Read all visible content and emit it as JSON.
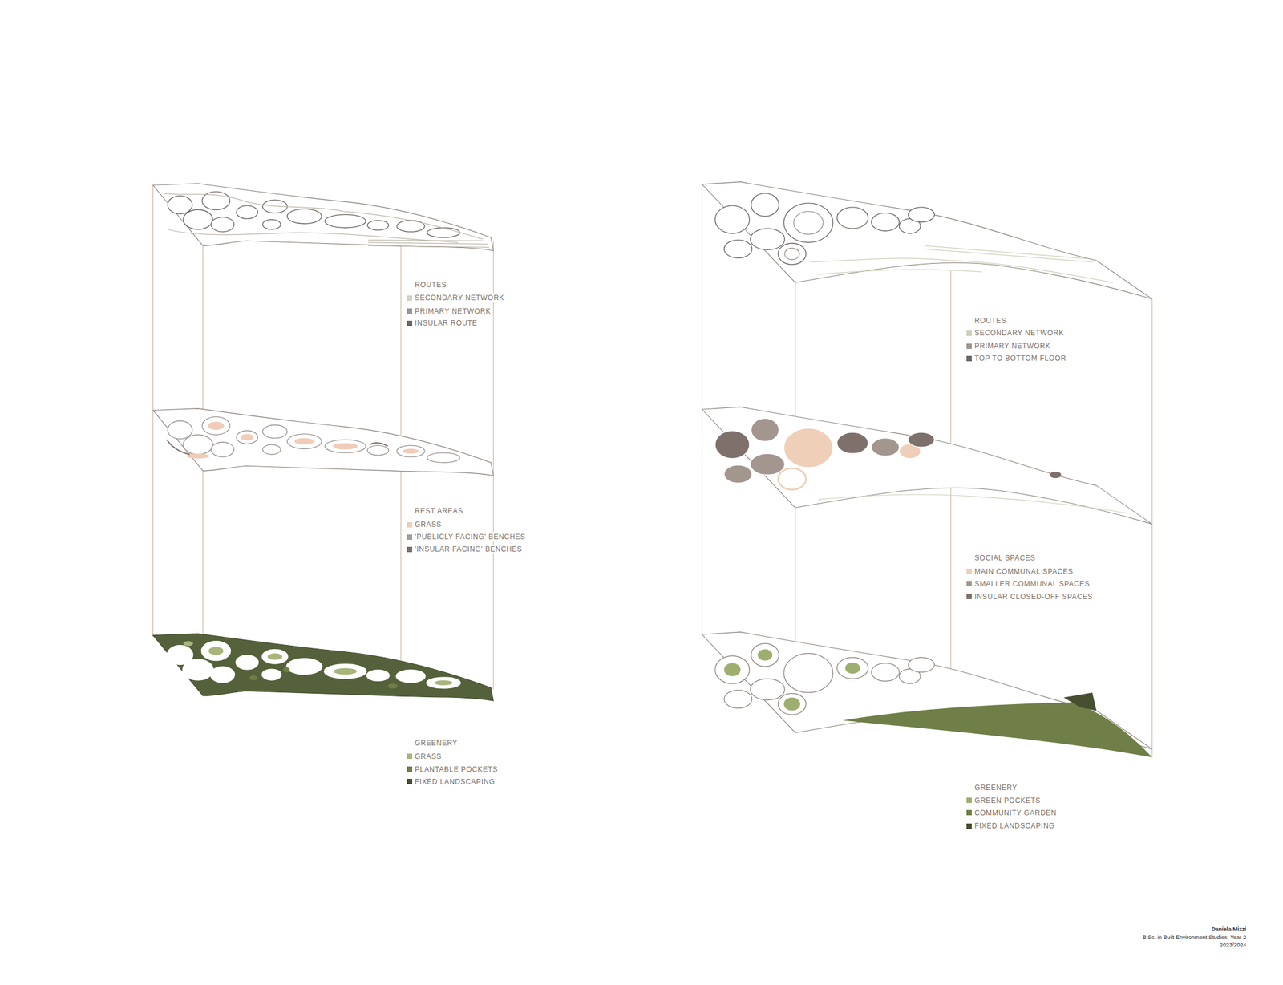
{
  "diagram": {
    "labels": [
      "ROUTES",
      "REST AREAS",
      "GREENERY",
      "ROUTES",
      "SOCIAL SPACES",
      "GREENERY",
      "Daniela Mizzi",
      "B.Sc. in Built Environment Studies, Year 2",
      "2023/2024"
    ],
    "legend": [
      {
        "text": "SECONDARY NETWORK",
        "color": "#d4d0c2"
      },
      {
        "text": "PRIMARY NETWORK",
        "color": "#9a9590"
      },
      {
        "text": "INSULAR ROUTE",
        "color": "#6a6662"
      },
      {
        "text": "GRASS",
        "color": "#f0cdb8"
      },
      {
        "text": "'PUBLICLY FACING' BENCHES",
        "color": "#a89b94"
      },
      {
        "text": "'INSULAR FACING' BENCHES",
        "color": "#7d6e68"
      },
      {
        "text": "GRASS",
        "color": "#a8b57a"
      },
      {
        "text": "PLANTABLE POCKETS",
        "color": "#6f7d48"
      },
      {
        "text": "FIXED LANDSCAPING",
        "color": "#444e30"
      },
      {
        "text": "SECONDARY NETWORK",
        "color": "#ccd0b8"
      },
      {
        "text": "PRIMARY NETWORK",
        "color": "#9a9590"
      },
      {
        "text": "TOP TO BOTTOM FLOOR",
        "color": "#6a6662"
      },
      {
        "text": "MAIN COMMUNAL SPACES",
        "color": "#efcfb7"
      },
      {
        "text": "SMALLER COMMUNAL SPACES",
        "color": "#a3968f"
      },
      {
        "text": "INSULAR CLOSED-OFF SPACES",
        "color": "#7e706b"
      },
      {
        "text": "GREEN POCKETS",
        "color": "#9eae6e"
      },
      {
        "text": "COMMUNITY GARDEN",
        "color": "#6f7f47"
      },
      {
        "text": "FIXED LANDSCAPING",
        "color": "#465030"
      }
    ]
  }
}
